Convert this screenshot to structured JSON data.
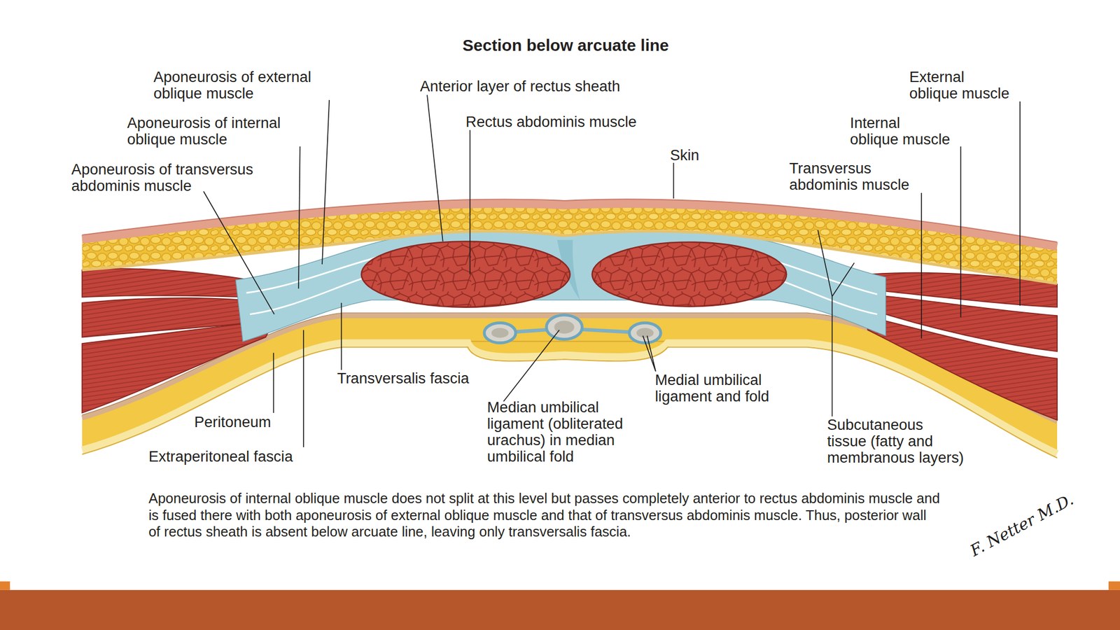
{
  "diagram": {
    "title": "Section below arcuate line",
    "caption": "Aponeurosis of internal oblique muscle does not split at this level but passes completely anterior to rectus abdominis muscle and is fused there with both aponeurosis of external oblique muscle and that of transversus abdominis muscle. Thus, posterior wall of rectus sheath is absent below arcuate line, leaving only transversalis fascia.",
    "labels": [
      "Aponeurosis of external oblique muscle",
      "Anterior layer of rectus sheath",
      "External oblique muscle",
      "Aponeurosis of internal oblique muscle",
      "Rectus abdominis muscle",
      "Internal oblique muscle",
      "Skin",
      "Aponeurosis of transversus abdominis muscle",
      "Transversus abdominis muscle",
      "Transversalis fascia",
      "Medial umbilical ligament and fold",
      "Median umbilical ligament (obliterated urachus) in median umbilical fold",
      "Peritoneum",
      "Subcutaneous tissue (fatty and membranous layers)",
      "Extraperitoneal fascia",
      "F. Netter M.D."
    ]
  }
}
